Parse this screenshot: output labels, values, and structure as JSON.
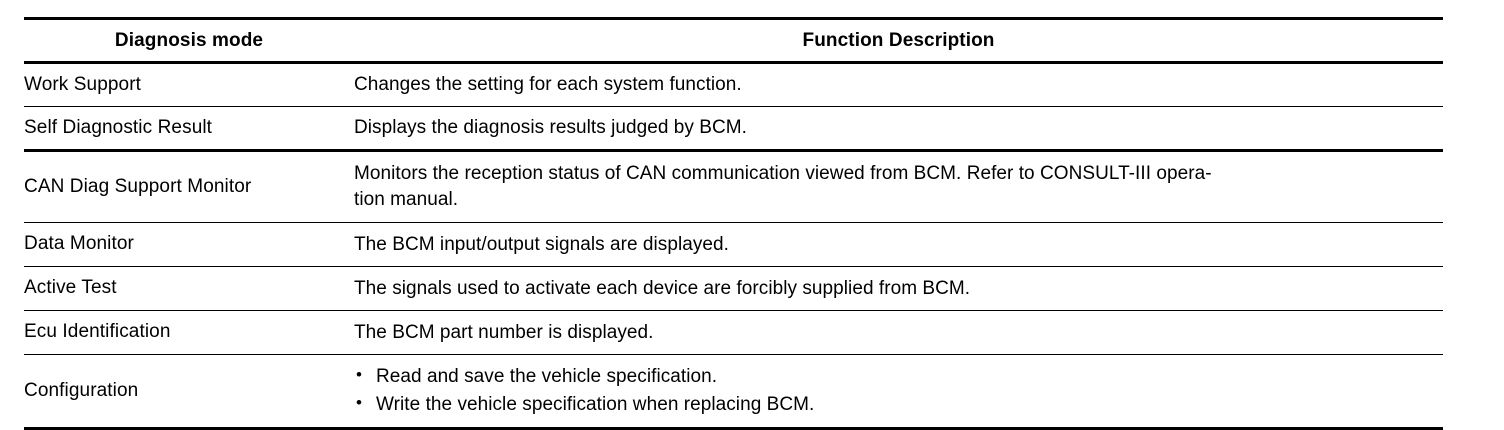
{
  "table": {
    "headers": {
      "mode": "Diagnosis mode",
      "description": "Function Description"
    },
    "rows": [
      {
        "mode": "Work Support",
        "description": "Changes the setting for each system function."
      },
      {
        "mode": "Self Diagnostic Result",
        "description": "Displays the diagnosis results judged by BCM."
      },
      {
        "mode": "CAN Diag Support Monitor",
        "description_line1": "Monitors the reception status of CAN communication viewed from BCM. Refer to CONSULT-III opera-",
        "description_line2": "tion manual."
      },
      {
        "mode": "Data Monitor",
        "description": "The BCM input/output signals are displayed."
      },
      {
        "mode": "Active Test",
        "description": "The signals used to activate each device are forcibly supplied from BCM."
      },
      {
        "mode": "Ecu Identification",
        "description": "The BCM part number is displayed."
      },
      {
        "mode": "Configuration",
        "bullets": [
          "Read and save the vehicle specification.",
          "Write the vehicle specification when replacing BCM."
        ],
        "bullet_glyph": "•"
      }
    ]
  },
  "colors": {
    "background": "#ffffff",
    "text": "#000000",
    "rule": "#000000"
  }
}
